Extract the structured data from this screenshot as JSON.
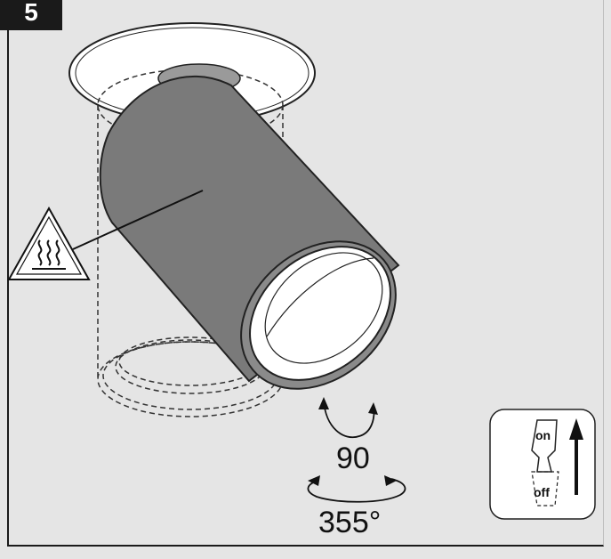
{
  "step": {
    "number": "5"
  },
  "rotation": {
    "tilt_label": "90",
    "turn_label": "355°"
  },
  "switch": {
    "on_label": "on",
    "off_label": "off"
  },
  "warning": {
    "icon": "hot-surface-warning-icon"
  },
  "colors": {
    "housing": "#7a7a7a",
    "background": "#e5e5e5",
    "badge": "#1a1a1a",
    "white": "#ffffff"
  }
}
